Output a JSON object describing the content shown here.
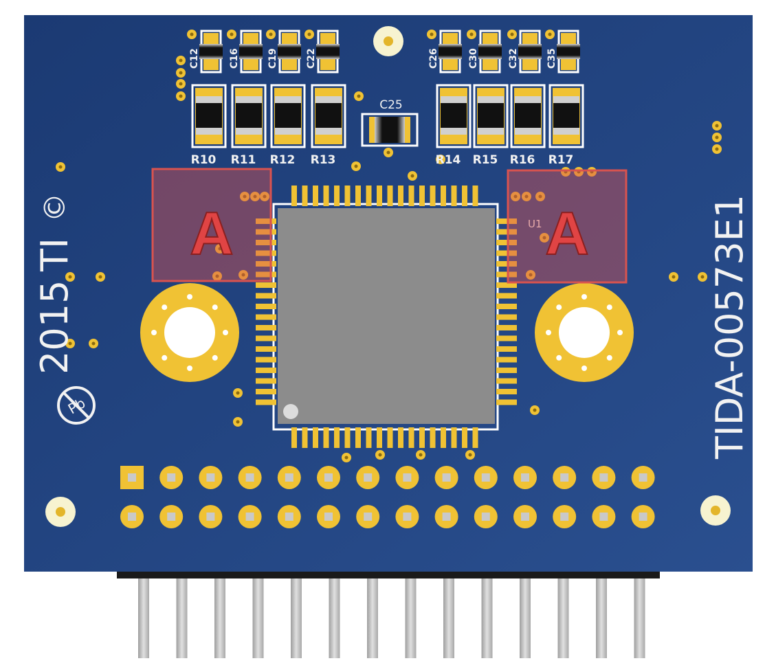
{
  "colors": {
    "board": "#1f3f7a",
    "board_edge": "#163266",
    "gold": "#f0c234",
    "chip": "#8c8c8c",
    "pin": "#bdbdbd",
    "overlay": "#d9534f",
    "silkscreen": "#f2f2f2"
  },
  "board": {
    "part_number": "TIDA-00573E1",
    "copyright_year": "2015",
    "copyright_brand": "TI",
    "copyright_symbol": "©",
    "pb_free_text": "Pb",
    "ic_label": "U1"
  },
  "caps_small": [
    "C12",
    "C16",
    "C19",
    "C22",
    "C26",
    "C30",
    "C32",
    "C35"
  ],
  "cap_large": "C25",
  "resistors": [
    "R10",
    "R11",
    "R12",
    "R13",
    "R14",
    "R15",
    "R16",
    "R17"
  ],
  "markers": {
    "left": "A",
    "right": "A"
  },
  "header": {
    "columns": 14,
    "rows": 2
  },
  "ic": {
    "pins_per_side": 18
  }
}
